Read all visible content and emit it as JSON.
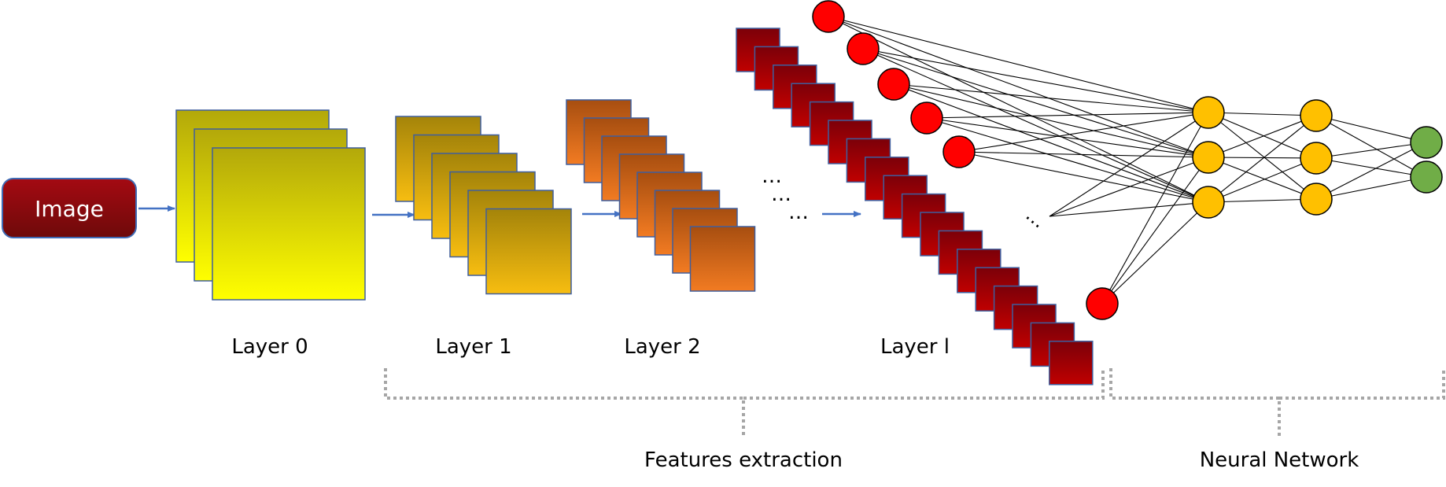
{
  "input": {
    "label": "Image"
  },
  "layers": [
    {
      "label": "Layer 0"
    },
    {
      "label": "Layer 1"
    },
    {
      "label": "Layer 2"
    },
    {
      "label": "Layer l"
    }
  ],
  "ellipsis": "…",
  "groups": {
    "features": "Features extraction",
    "network": "Neural Network"
  },
  "colors": {
    "arrow": "#4472c4",
    "input_top": "#a40a12",
    "input_bottom": "#6e0a0a",
    "layer0_top": "#b3a80a",
    "layer0_bottom": "#ffff00",
    "layer1_top": "#a4840a",
    "layer1_bottom": "#f7bd10",
    "layer2_top": "#a74e10",
    "layer2_bottom": "#f27b22",
    "layerl_top": "#7b0009",
    "layerl_bottom": "#c00000",
    "input_neuron": "#ff0000",
    "hidden_neuron": "#ffc000",
    "output_neuron": "#70ad47",
    "brace": "#a6a6a6"
  }
}
